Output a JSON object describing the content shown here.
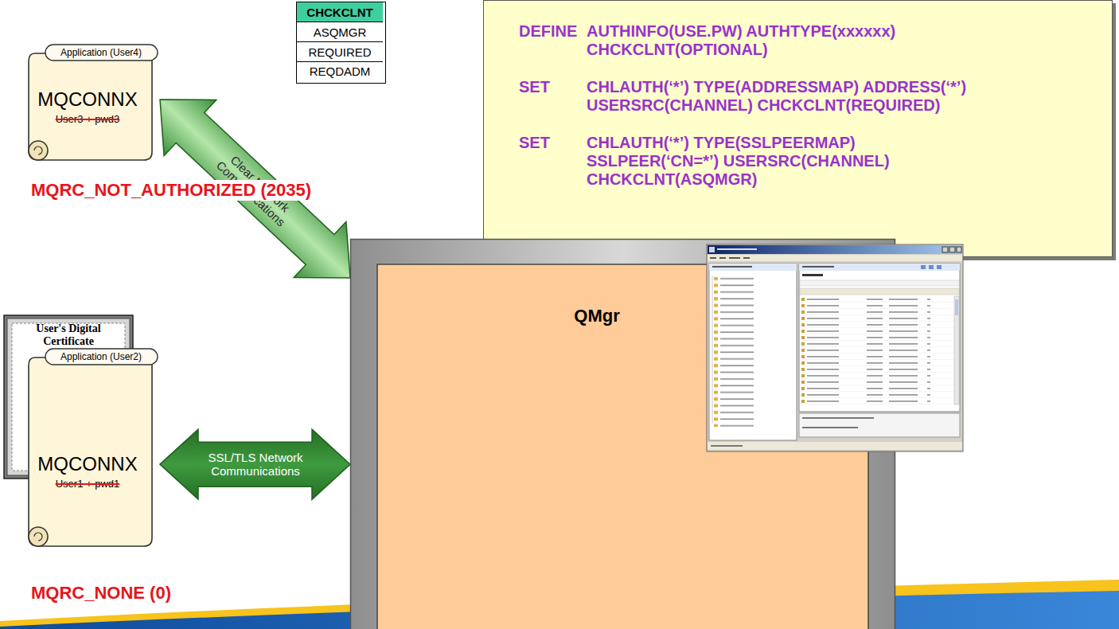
{
  "diagram": {
    "nodes": [
      {
        "text": [
          "Application (User4)",
          "MQCONNX",
          "User3 + pwd3"
        ]
      },
      {
        "text": [
          "CHCKCLNT",
          "ASQMGR",
          "REQUIRED",
          "REQDADM"
        ]
      },
      {
        "text": [
          "DEFINE",
          "AUTHINFO(USE.PW) AUTHTYPE(xxxxxx) CHCKCLNT(OPTIONAL)",
          "SET",
          "CHLAUTH(‘*’) TYPE(ADDRESSMAP) ADDRESS(‘*’) USERSRC(CHANNEL) CHCKCLNT(REQUIRED)",
          "SET",
          "CHLAUTH(‘*’) TYPE(SSLPEERMAP) SSLPEER(‘CN=*’) USERSRC(CHANNEL) CHCKCLNT(ASQMGR)"
        ]
      },
      {
        "text": [
          "QMgr"
        ]
      },
      {
        "text": [
          "User's Digital Certificate"
        ]
      },
      {
        "text": [
          "Application (User2)",
          "MQCONNX",
          "User1 + pwd1"
        ]
      }
    ],
    "edges": [
      {
        "from": 0,
        "to": 3,
        "arrow": "both",
        "label": "Clear Network Communications"
      },
      {
        "from": 5,
        "to": 3,
        "arrow": "both",
        "label": "SSL/TLS Network Communications"
      }
    ],
    "labels": [
      "MQRC_NOT_AUTHORIZED (2035)",
      "MQRC_NONE (0)"
    ]
  }
}
